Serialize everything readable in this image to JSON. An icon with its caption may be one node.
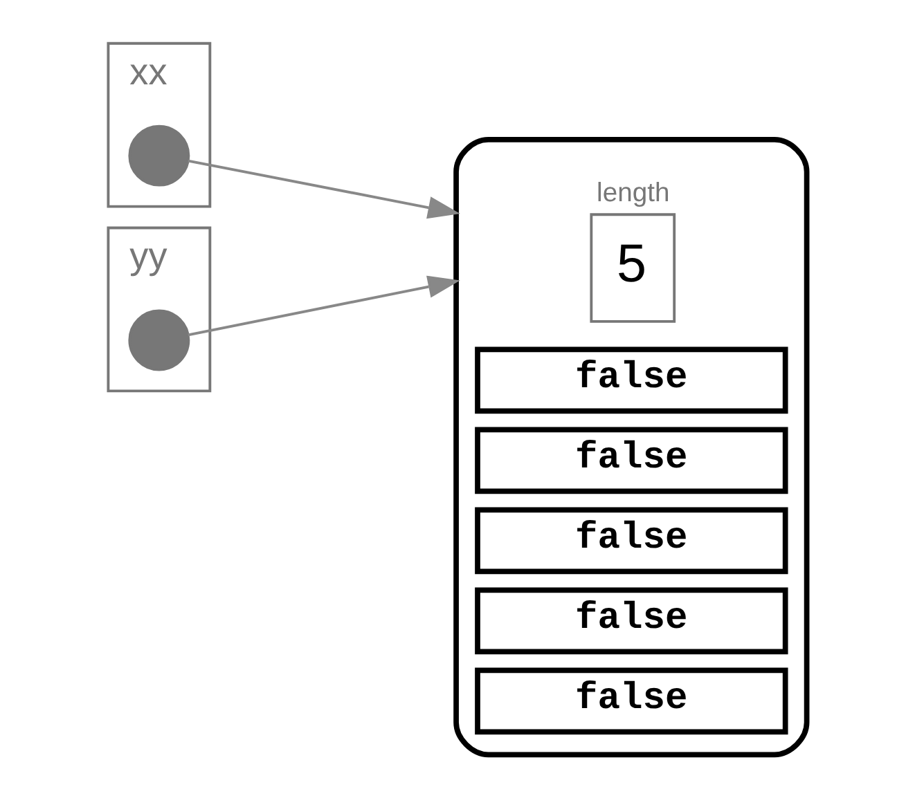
{
  "diagram": {
    "nodes": [
      {
        "text": [],
        "shape": "cloud"
      },
      {
        "text": [
          "length",
          "5"
        ],
        "in": 0
      },
      {
        "text": [
          "false"
        ],
        "in": 0
      },
      {
        "text": [
          "false"
        ],
        "in": 0
      },
      {
        "text": [
          "false"
        ],
        "in": 0
      },
      {
        "text": [
          "false"
        ],
        "in": 0
      },
      {
        "text": [
          "false"
        ],
        "in": 0
      },
      {
        "text": [
          "xx"
        ]
      },
      {
        "text": [],
        "shape": "circle",
        "in": 7
      },
      {
        "text": [
          "yy"
        ]
      },
      {
        "text": [],
        "shape": "circle",
        "in": 9
      }
    ],
    "edges": [
      {
        "from": 8,
        "to": 0,
        "arrow": "to"
      },
      {
        "from": 10,
        "to": 0,
        "arrow": "to"
      }
    ]
  }
}
